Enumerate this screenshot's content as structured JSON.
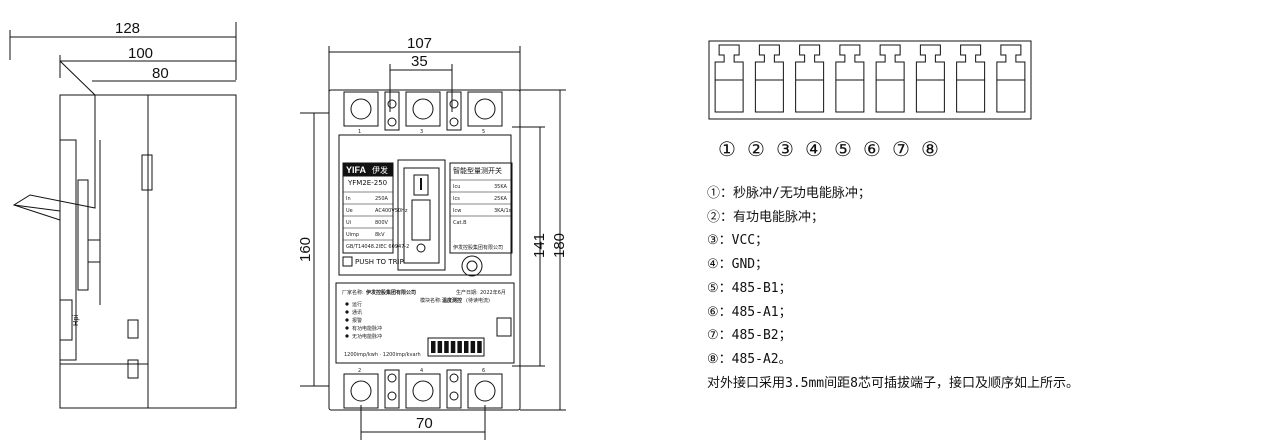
{
  "side_view": {
    "dims": [
      "128",
      "100",
      "80"
    ],
    "label": "Ηpi"
  },
  "front_view": {
    "dims": {
      "width": "107",
      "pitch": "35",
      "bottom": "70",
      "height_left": "160",
      "height_mid": "141",
      "height_right": "180"
    },
    "terminals_top": [
      "1",
      "3",
      "5"
    ],
    "terminals_bottom": [
      "2",
      "4",
      "6"
    ],
    "brand": "伊发",
    "brand_logo": "YIFA",
    "model": "YFM2E-250",
    "panel_title": "智能型量测开关",
    "left_params": [
      {
        "k": "In",
        "v": "250A"
      },
      {
        "k": "Ue",
        "v": "AC400V50Hz"
      },
      {
        "k": "Ui",
        "v": "800V"
      },
      {
        "k": "Uimp",
        "v": "8kV"
      },
      {
        "k": "GB/T14048.2IEC 60947-2",
        "v": ""
      }
    ],
    "right_params": [
      {
        "k": "Icu",
        "v": "35KA"
      },
      {
        "k": "Ics",
        "v": "25KA"
      },
      {
        "k": "Icw",
        "v": "3KA/1s"
      },
      {
        "k": "Cat.B",
        "v": ""
      }
    ],
    "company_short": "伊发控股集团有限公司",
    "push_to_trip": "PUSH TO TRIP",
    "label_maker": "厂家名称:",
    "company": "伊发控股集团有限公司",
    "label_date": "生产日期:",
    "date": "2022年6月",
    "label_module": "模块名称:",
    "module": "温度测控",
    "module_note": "(待读电流)",
    "indicators": [
      "运行",
      "通讯",
      "报警",
      "有功电能脉冲",
      "无功电能脉冲"
    ],
    "pulse_text": "1200imp/kwh · 1200imp/kvarh"
  },
  "connector": {
    "pins": [
      "①",
      "②",
      "③",
      "④",
      "⑤",
      "⑥",
      "⑦",
      "⑧"
    ]
  },
  "legend": [
    "①：秒脉冲/无功电能脉冲；",
    "②：有功电能脉冲；",
    "③：VCC；",
    "④：GND；",
    "⑤：485-B1；",
    "⑥：485-A1；",
    "⑦：485-B2；",
    "⑧：485-A2。",
    "对外接口采用3.5mm间距8芯可插拔端子，接口及顺序如上所示。"
  ]
}
